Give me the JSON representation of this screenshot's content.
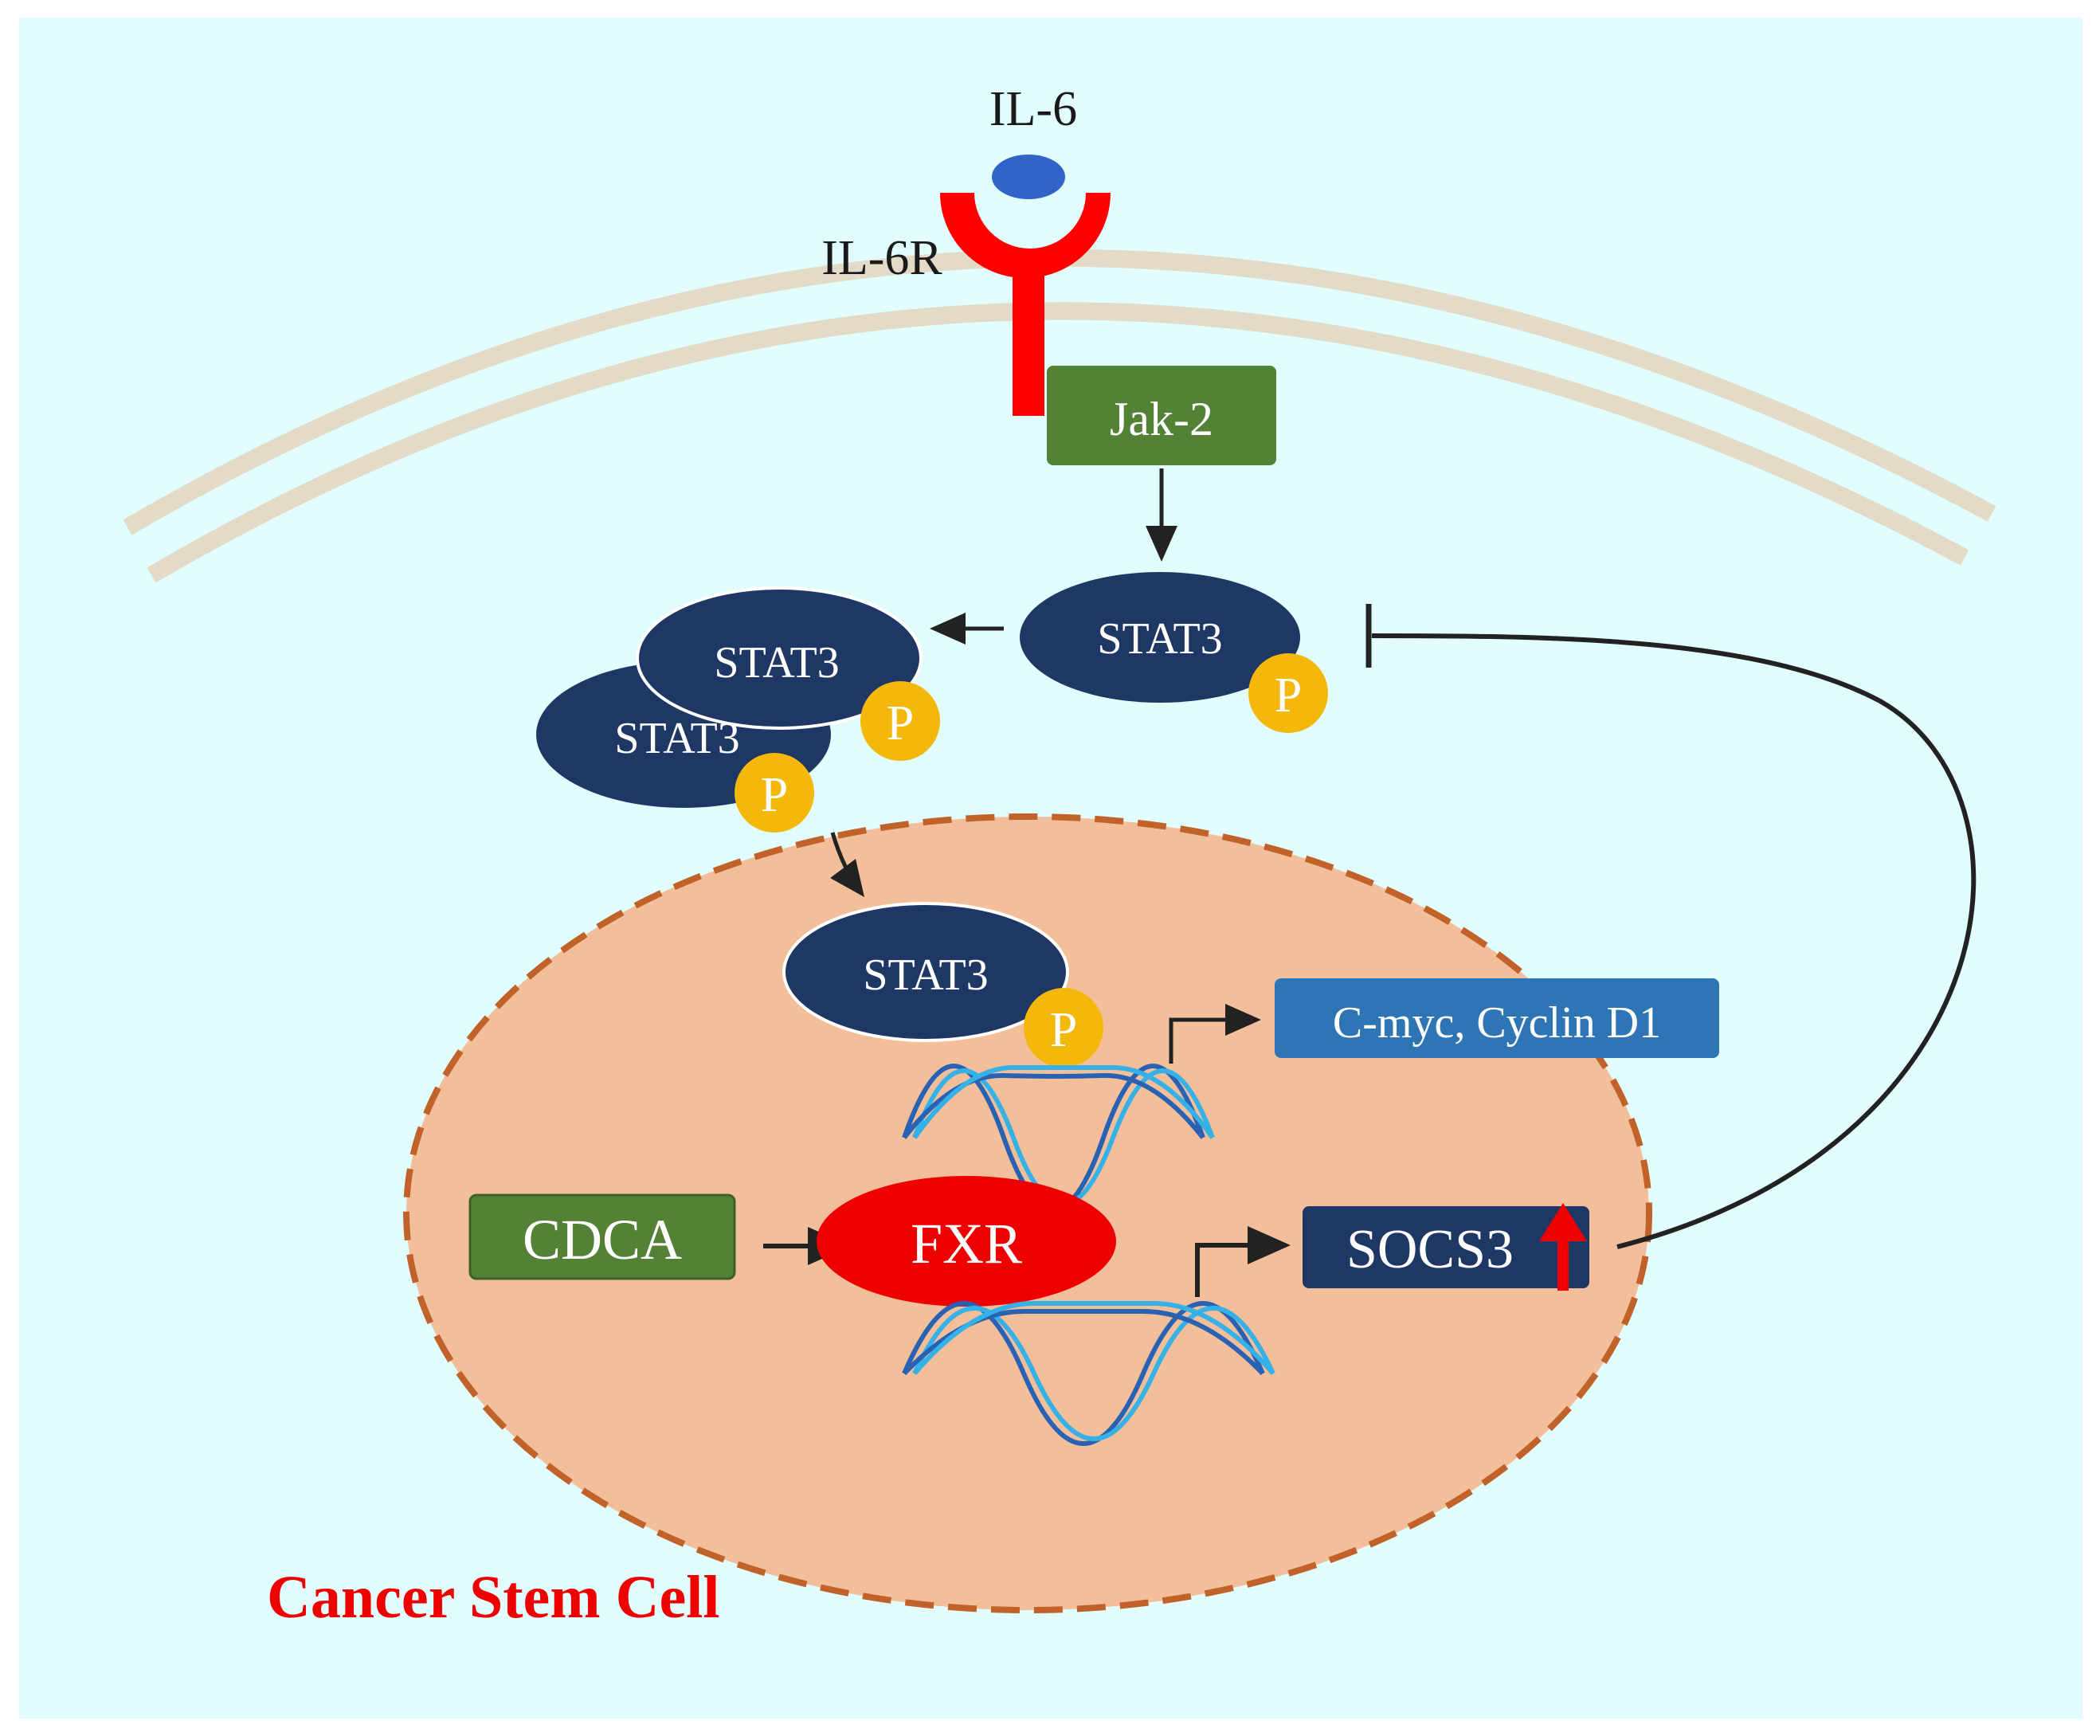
{
  "diagram": {
    "ligand": {
      "label": "IL-6"
    },
    "receptor": {
      "label": "IL-6R"
    },
    "kinase": {
      "label": "Jak-2"
    },
    "stat3_top": {
      "label": "STAT3",
      "phospho": "P"
    },
    "dimer": {
      "back": {
        "label": "STAT3",
        "phospho": "P"
      },
      "front": {
        "label": "STAT3",
        "phospho": "P"
      }
    },
    "stat3_nuclear": {
      "label": "STAT3",
      "phospho": "P"
    },
    "targets": {
      "label": "C-myc, Cyclin D1"
    },
    "cdca": {
      "label": "CDCA"
    },
    "fxr": {
      "label": "FXR"
    },
    "socs3": {
      "label": "SOCS3"
    },
    "cell_label": {
      "label": "Cancer Stem Cell"
    }
  },
  "colors": {
    "cytoplasm": "#e1fdfd",
    "membrane": "#e3dac7",
    "nucleus_fill": "#f2bf9a",
    "nucleus_border": "#c0622a",
    "stat3": "#1f3764",
    "phospho": "#f3b80a",
    "green_box": "#538135",
    "receptor": "#ff0000",
    "fxr": "#ee0000",
    "targets_box": "#2e75b6",
    "dna_dark": "#2a62b3",
    "dna_light": "#35b1e8",
    "title_red": "#ee0000"
  }
}
